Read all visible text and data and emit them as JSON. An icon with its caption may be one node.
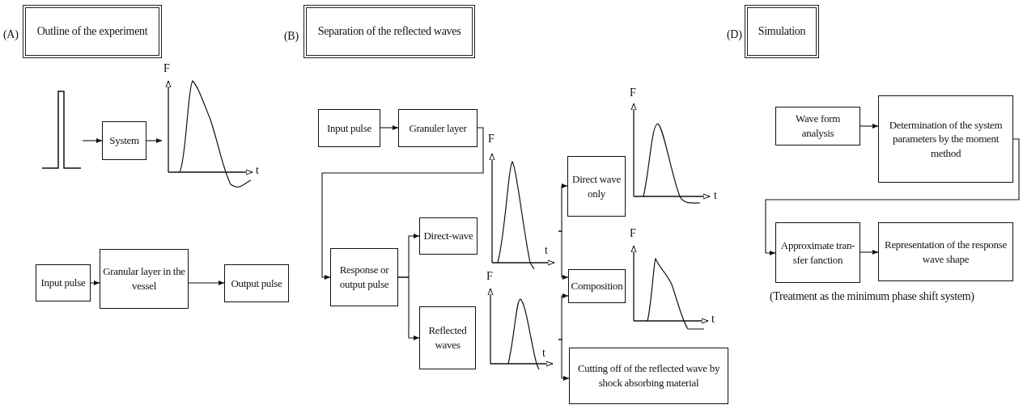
{
  "diagram": {
    "nodes": [
      {
        "text": [
          "Outline of the experiment"
        ],
        "beside": [
          "(A)"
        ]
      },
      {
        "text": [],
        "shape": "picture"
      },
      {
        "text": [
          "System"
        ]
      },
      {
        "text": [],
        "shape": "picture"
      },
      {
        "text": [
          "Input pulse"
        ]
      },
      {
        "text": [
          "Granular layer in the vessel"
        ]
      },
      {
        "text": [
          "Output pulse"
        ]
      },
      {
        "text": [
          "Separation of the reflected waves"
        ],
        "beside": [
          "(B)"
        ]
      },
      {
        "text": [
          "Input pulse"
        ]
      },
      {
        "text": [
          "Granuler layer"
        ]
      },
      {
        "text": [
          "Response or output pulse"
        ]
      },
      {
        "text": [
          "Direct-wave"
        ]
      },
      {
        "text": [
          "Reflected waves"
        ]
      },
      {
        "text": [],
        "shape": "picture"
      },
      {
        "text": [],
        "shape": "picture"
      },
      {
        "text": [
          "Direct wave only"
        ]
      },
      {
        "text": [],
        "shape": "picture"
      },
      {
        "text": [
          "Composition"
        ]
      },
      {
        "text": [],
        "shape": "picture"
      },
      {
        "text": [
          "Cutting off of the reflected wave by shock absorbing material"
        ]
      },
      {
        "text": [
          "Simulation"
        ],
        "beside": [
          "(D)"
        ]
      },
      {
        "text": [
          "Wave form analysis"
        ]
      },
      {
        "text": [
          "Determination of the system parameters by the moment method"
        ]
      },
      {
        "text": [
          "Approximate tran- sfer fanction"
        ],
        "beside": [
          "(Treatment as the minimum phase shift system)"
        ]
      },
      {
        "text": [
          "Representation of the response wave shape"
        ]
      }
    ],
    "edges": [
      {
        "from": 1,
        "to": 2,
        "arrow": "to"
      },
      {
        "from": 2,
        "to": 3,
        "arrow": "to"
      },
      {
        "from": 4,
        "to": 5,
        "arrow": "to"
      },
      {
        "from": 5,
        "to": 6,
        "arrow": "to"
      },
      {
        "from": 8,
        "to": 9,
        "arrow": "to"
      },
      {
        "from": 9,
        "to": 10,
        "arrow": "to"
      },
      {
        "from": 10,
        "to": 11,
        "arrow": "to"
      },
      {
        "from": 10,
        "to": 12,
        "arrow": "to"
      },
      {
        "from": 13,
        "to": 15,
        "arrow": "to"
      },
      {
        "from": 13,
        "to": 17,
        "arrow": "to"
      },
      {
        "from": 14,
        "to": 17,
        "arrow": "to"
      },
      {
        "from": 14,
        "to": 19,
        "arrow": "to"
      },
      {
        "from": 21,
        "to": 22,
        "arrow": "to"
      },
      {
        "from": 22,
        "to": 23,
        "arrow": "to"
      },
      {
        "from": 23,
        "to": 24,
        "arrow": "to"
      }
    ],
    "labels": [
      "F",
      "t",
      "F",
      "t",
      "F",
      "t",
      "F",
      "t",
      "F",
      "t"
    ]
  }
}
